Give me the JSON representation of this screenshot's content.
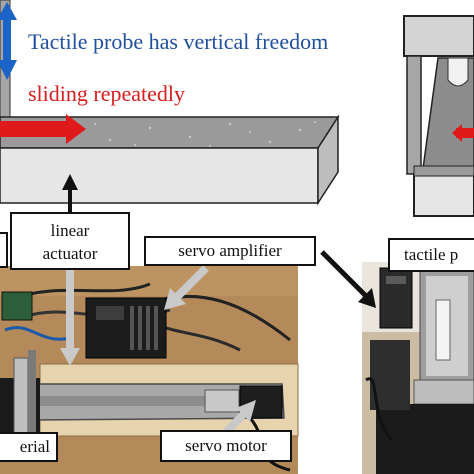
{
  "captions": {
    "vertical_freedom": "Tactile probe has vertical freedom",
    "sliding": "sliding repeatedly"
  },
  "labels": {
    "linear_actuator_line1": "linear",
    "linear_actuator_line2": "actuator",
    "servo_amplifier": "servo amplifier",
    "servo_motor": "servo motor",
    "material": "erial",
    "tactile_probe": "tactile p"
  },
  "colors": {
    "caption_blue": "#1f4fa0",
    "caption_red": "#d81e1e",
    "arrow_blue": "#1d64c8",
    "arrow_red": "#e0191b",
    "photo_table": "#b58a5a"
  },
  "icons": {
    "vertical_arrow": "double-headed-arrow",
    "sliding_arrow": "right-arrow",
    "callout_arrow": "arrow"
  }
}
